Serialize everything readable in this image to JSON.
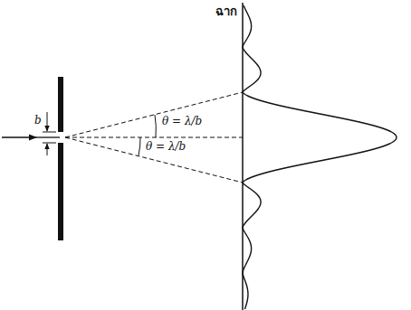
{
  "diagram": {
    "labels": [
      "ฉาก",
      "b",
      "θ = λ/b",
      "θ = λ/b"
    ]
  }
}
